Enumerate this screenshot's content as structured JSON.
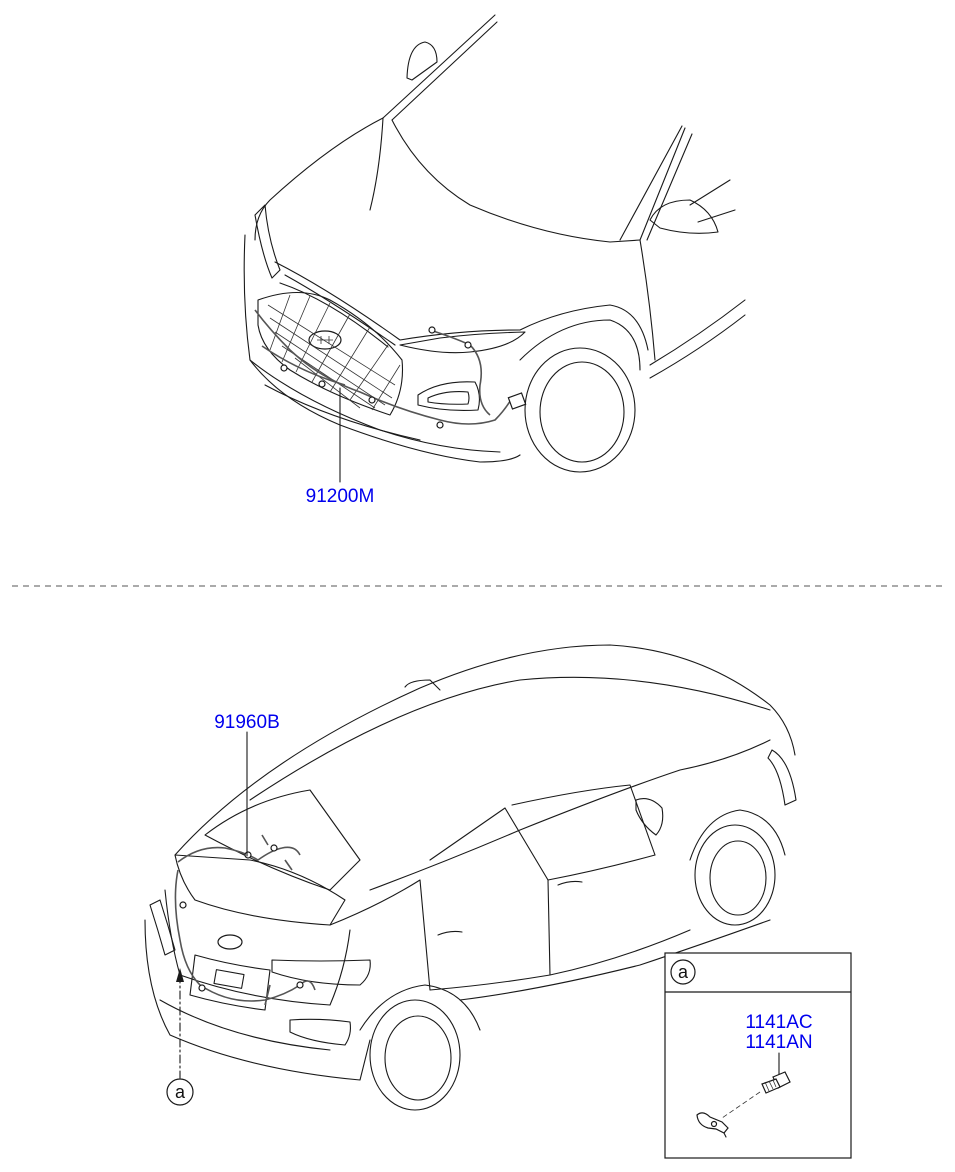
{
  "labels": {
    "front_harness": "91200M",
    "rear_harness": "91960B",
    "callout_letter": "a",
    "detail_letter": "a",
    "bolt_part_1": "1141AC",
    "bolt_part_2": "1141AN"
  },
  "colors": {
    "part_number": "#0000ee",
    "line": "#1a1a1a",
    "separator": "#555555"
  }
}
